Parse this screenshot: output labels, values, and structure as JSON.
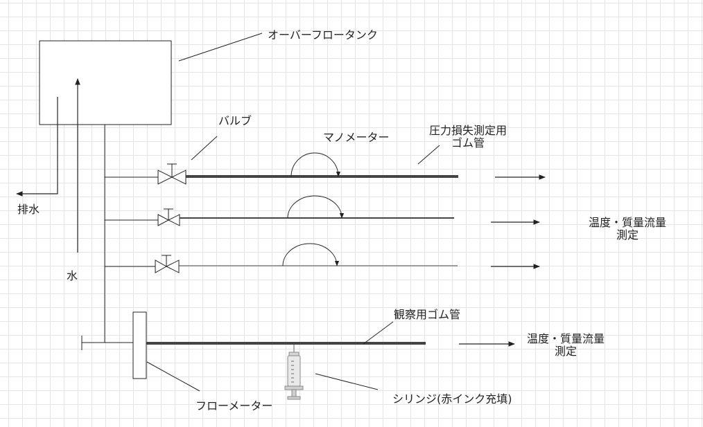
{
  "labels": {
    "overflow_tank": "オーバーフロータンク",
    "valve": "バルブ",
    "manometer": "マノメーター",
    "pressure_tube_line1": "圧力損失測定用",
    "pressure_tube_line2": "ゴム管",
    "measure_line1": "温度・質量流量",
    "measure_line2": "測定",
    "drain": "排水",
    "water": "水",
    "observation_tube": "観察用ゴム管",
    "measure2_line1": "温度・質量流量",
    "measure2_line2": "測定",
    "flowmeter": "フローメーター",
    "syringe": "シリンジ(赤インク充填)"
  },
  "colors": {
    "line": "#222222",
    "grid": "#e4e4e4",
    "syringe_body": "#e9e9e9",
    "syringe_plunger": "#cfcfcf"
  }
}
